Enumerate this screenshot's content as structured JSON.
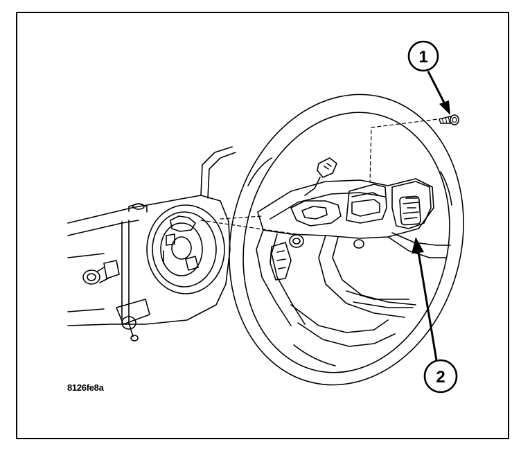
{
  "figure": {
    "id_label": "8126fe8a",
    "callouts": [
      {
        "number": "1",
        "target": "screw"
      },
      {
        "number": "2",
        "target": "switch"
      }
    ]
  },
  "colors": {
    "line": "#000000",
    "background": "#ffffff"
  }
}
